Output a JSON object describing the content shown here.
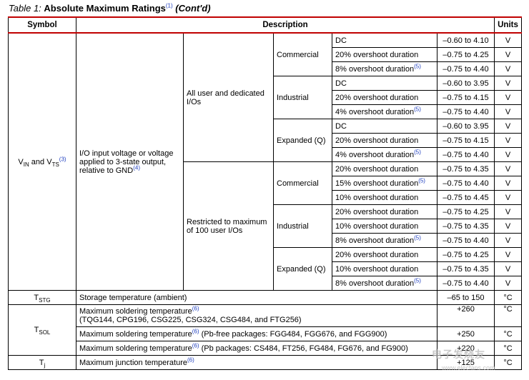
{
  "caption": {
    "label": "Table  1:",
    "title": "Absolute Maximum Ratings",
    "title_note": "(1)",
    "cont": "(Cont'd)"
  },
  "headers": {
    "symbol": "Symbol",
    "description": "Description",
    "units": "Units"
  },
  "vin": {
    "symbol_a": "V",
    "symbol_a_sub": "IN",
    "symbol_and": " and V",
    "symbol_b_sub": "TS",
    "symbol_note": "(3)",
    "description": "I/O input voltage or voltage applied to 3-state output, relative to GND",
    "description_note": "(4)",
    "group_all": "All user and dedicated I/Os",
    "group_restricted": "Restricted to maximum of 100 user I/Os",
    "unit": "V",
    "rows": [
      {
        "grade": "Commercial",
        "cond": "DC",
        "note": "",
        "value": "–0.60 to 4.10"
      },
      {
        "grade": "",
        "cond": "20% overshoot duration",
        "note": "",
        "value": "–0.75 to 4.25"
      },
      {
        "grade": "",
        "cond": "8% overshoot duration",
        "note": "(5)",
        "value": "–0.75 to 4.40"
      },
      {
        "grade": "Industrial",
        "cond": "DC",
        "note": "",
        "value": "–0.60 to 3.95"
      },
      {
        "grade": "",
        "cond": "20% overshoot duration",
        "note": "",
        "value": "–0.75 to 4.15"
      },
      {
        "grade": "",
        "cond": "4% overshoot duration",
        "note": "(5)",
        "value": "–0.75 to 4.40"
      },
      {
        "grade": "Expanded (Q)",
        "cond": "DC",
        "note": "",
        "value": "–0.60 to 3.95"
      },
      {
        "grade": "",
        "cond": "20% overshoot duration",
        "note": "",
        "value": "–0.75 to 4.15"
      },
      {
        "grade": "",
        "cond": "4% overshoot duration",
        "note": "(5)",
        "value": "–0.75 to 4.40"
      },
      {
        "grade": "Commercial",
        "cond": "20% overshoot duration",
        "note": "",
        "value": "–0.75 to 4.35"
      },
      {
        "grade": "",
        "cond": "15% overshoot duration",
        "note": "(5)",
        "value": "–0.75 to 4.40"
      },
      {
        "grade": "",
        "cond": "10% overshoot duration",
        "note": "",
        "value": "–0.75 to 4.45"
      },
      {
        "grade": "Industrial",
        "cond": "20% overshoot duration",
        "note": "",
        "value": "–0.75 to 4.25"
      },
      {
        "grade": "",
        "cond": "10% overshoot duration",
        "note": "",
        "value": "–0.75 to 4.35"
      },
      {
        "grade": "",
        "cond": "8% overshoot duration",
        "note": "(5)",
        "value": "–0.75 to 4.40"
      },
      {
        "grade": "Expanded (Q)",
        "cond": "20% overshoot duration",
        "note": "",
        "value": "–0.75 to 4.25"
      },
      {
        "grade": "",
        "cond": "10% overshoot duration",
        "note": "",
        "value": "–0.75 to 4.35"
      },
      {
        "grade": "",
        "cond": "8% overshoot duration",
        "note": "(5)",
        "value": "–0.75 to 4.40"
      }
    ]
  },
  "tstg": {
    "symbol": "T",
    "sub": "STG",
    "description": "Storage temperature (ambient)",
    "value": "–65 to 150",
    "unit": "°C"
  },
  "tsol": {
    "symbol": "T",
    "sub": "SOL",
    "rows": [
      {
        "lead": "Maximum soldering temperature",
        "note": "(6)",
        "detail": "(TQG144, CPG196, CSG225, CSG324, CSG484, and FTG256)",
        "value": "+260",
        "unit": "°C"
      },
      {
        "lead": "Maximum soldering temperature",
        "note": "(6)",
        "detail": " (Pb-free packages: FGG484, FGG676, and FGG900)",
        "value": "+250",
        "unit": "°C"
      },
      {
        "lead": "Maximum soldering temperature",
        "note": "(6)",
        "detail": " (Pb packages: CS484, FT256, FG484, FG676, and FG900)",
        "value": "+220",
        "unit": "°C"
      }
    ]
  },
  "tj": {
    "symbol": "T",
    "sub": "j",
    "description": "Maximum junction temperature",
    "note": "(6)",
    "value": "+125",
    "unit": "°C"
  },
  "watermark": {
    "line1": "电子发烧友",
    "line2": "www.elecfans.com"
  }
}
